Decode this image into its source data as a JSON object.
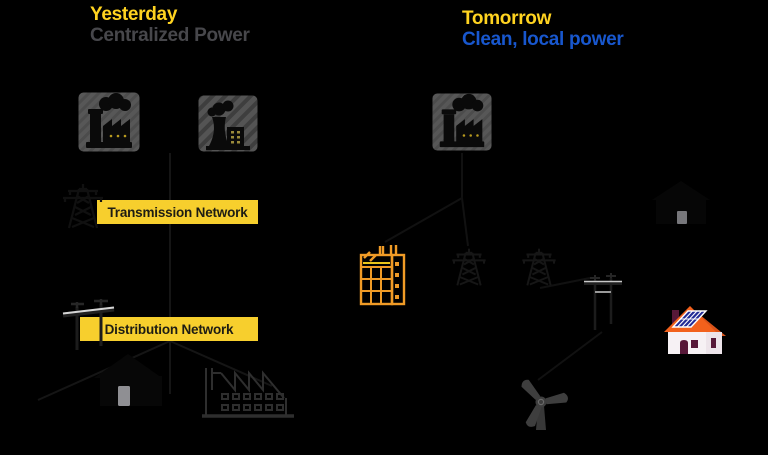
{
  "left": {
    "title": "Yesterday",
    "subtitle": "Centralized Power",
    "transmission_label": "Transmission Network",
    "distribution_label": "Distribution Network",
    "icons": [
      "factory-icon",
      "nuclear-plant-icon",
      "transmission-tower-icon",
      "utility-pole-icon",
      "house-icon",
      "factory-building-icon"
    ]
  },
  "right": {
    "title": "Tomorrow",
    "subtitle": "Clean, local power",
    "icons": [
      "factory-icon",
      "apartment-building-icon",
      "transmission-tower-icon",
      "transmission-tower-icon",
      "utility-pole-icon",
      "house-icon",
      "solar-house-icon",
      "wind-turbine-icon"
    ]
  },
  "colors": {
    "bg": "#000000",
    "title-yellow": "#FFD320",
    "title-gray": "#47474B",
    "title-blue": "#1857CE",
    "label-bg": "#F7CF2D",
    "label-text": "#1E1D14",
    "tile": "#575757",
    "glyph": "#0A0A0A",
    "orange": "#F09B26",
    "accent-yellow-line": "#E8C419",
    "line": "#151515",
    "outline-dim": "#2E2E2E",
    "turbine-gray": "#3E3E3E",
    "door-gray": "#8F8F93",
    "roof-orange": "#F2611C",
    "panel-blue": "#232C96",
    "maroon": "#571838",
    "house-white": "#F6F1F4"
  }
}
